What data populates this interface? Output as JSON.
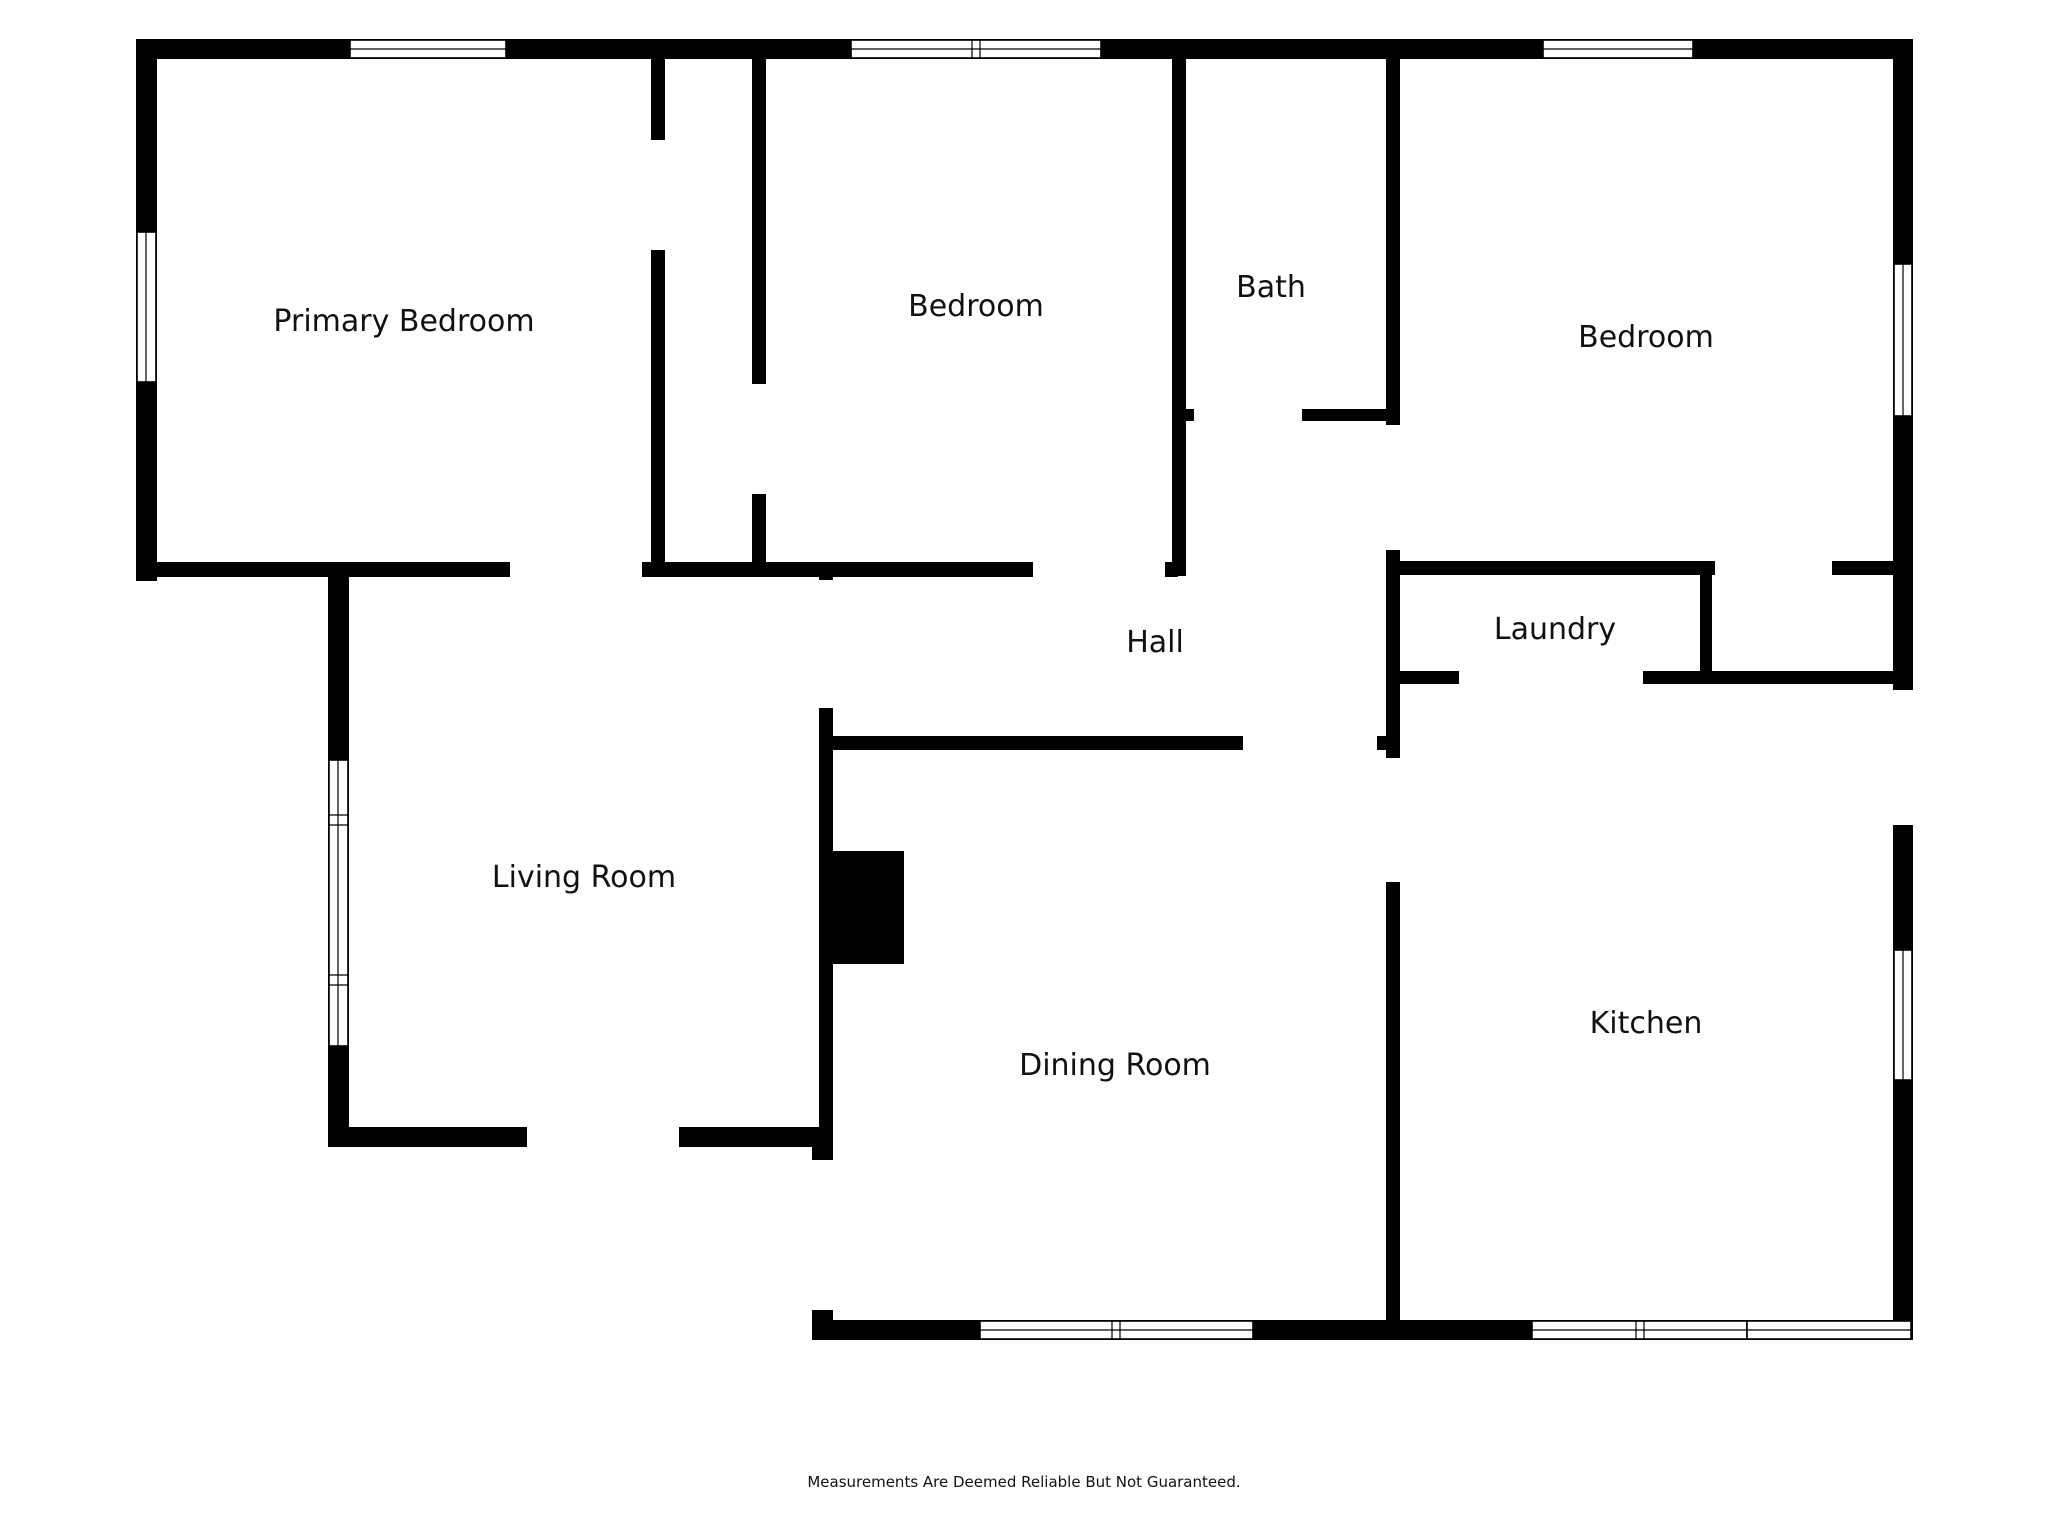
{
  "rooms": {
    "primary_bedroom": "Primary Bedroom",
    "bedroom_center": "Bedroom",
    "bath": "Bath",
    "bedroom_right": "Bedroom",
    "hall": "Hall",
    "laundry": "Laundry",
    "living_room": "Living Room",
    "dining_room": "Dining Room",
    "kitchen": "Kitchen"
  },
  "footer": {
    "disclaimer": "Measurements Are Deemed Reliable But Not Guaranteed."
  },
  "colors": {
    "wall": "#000000",
    "background": "#ffffff"
  }
}
